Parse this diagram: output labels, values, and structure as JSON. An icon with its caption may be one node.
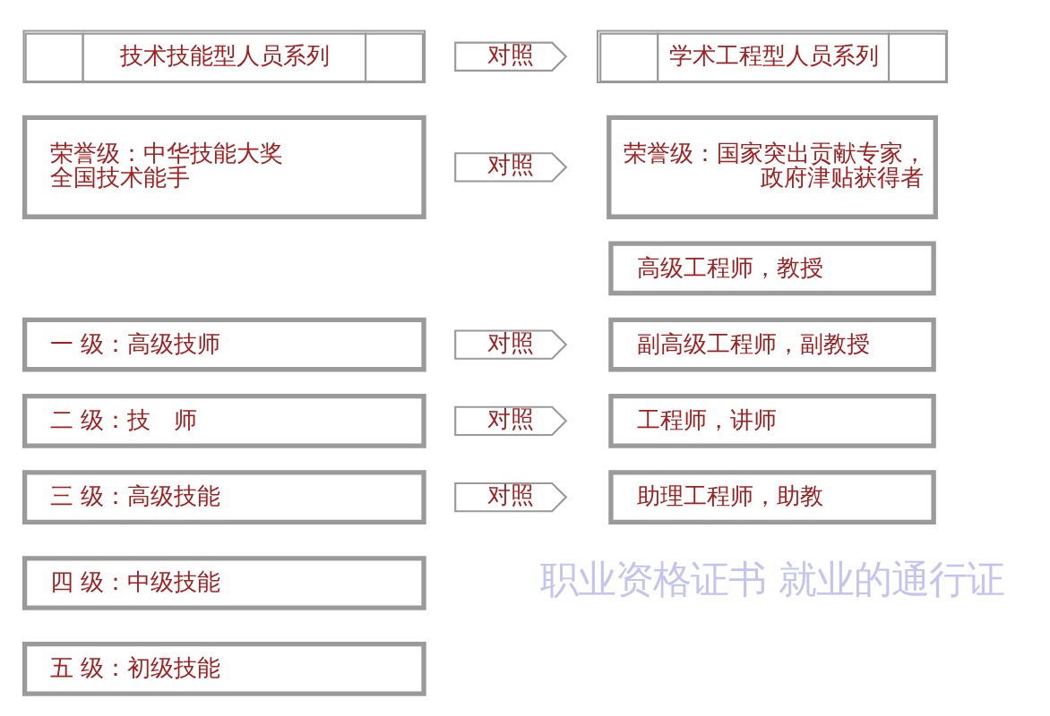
{
  "diagram": {
    "nodes": [
      {
        "text": [
          "技术技能型人员系列"
        ]
      },
      {
        "text": [
          "对照"
        ]
      },
      {
        "text": [
          "学术工程型人员系列"
        ]
      },
      {
        "text": [
          "荣誉级：中华技能大奖全国技术能手"
        ]
      },
      {
        "text": [
          "对照"
        ]
      },
      {
        "text": [
          "荣誉级：国家突出贡献专家，政府津贴获得者"
        ]
      },
      {
        "text": [
          "高级工程师，教授"
        ]
      },
      {
        "text": [
          "一 级：高级技师"
        ]
      },
      {
        "text": [
          "对照"
        ]
      },
      {
        "text": [
          "副高级工程师，副教授"
        ]
      },
      {
        "text": [
          "二 级：技　师"
        ]
      },
      {
        "text": [
          "对照"
        ]
      },
      {
        "text": [
          "工程师，讲师"
        ]
      },
      {
        "text": [
          "三 级：高级技能"
        ]
      },
      {
        "text": [
          "对照"
        ]
      },
      {
        "text": [
          "助理工程师，助教"
        ]
      },
      {
        "text": [
          "四 级：中级技能"
        ]
      },
      {
        "text": [
          "五 级：初级技能"
        ]
      }
    ],
    "labels": [
      "职业资格证书 就业的通行证"
    ]
  }
}
